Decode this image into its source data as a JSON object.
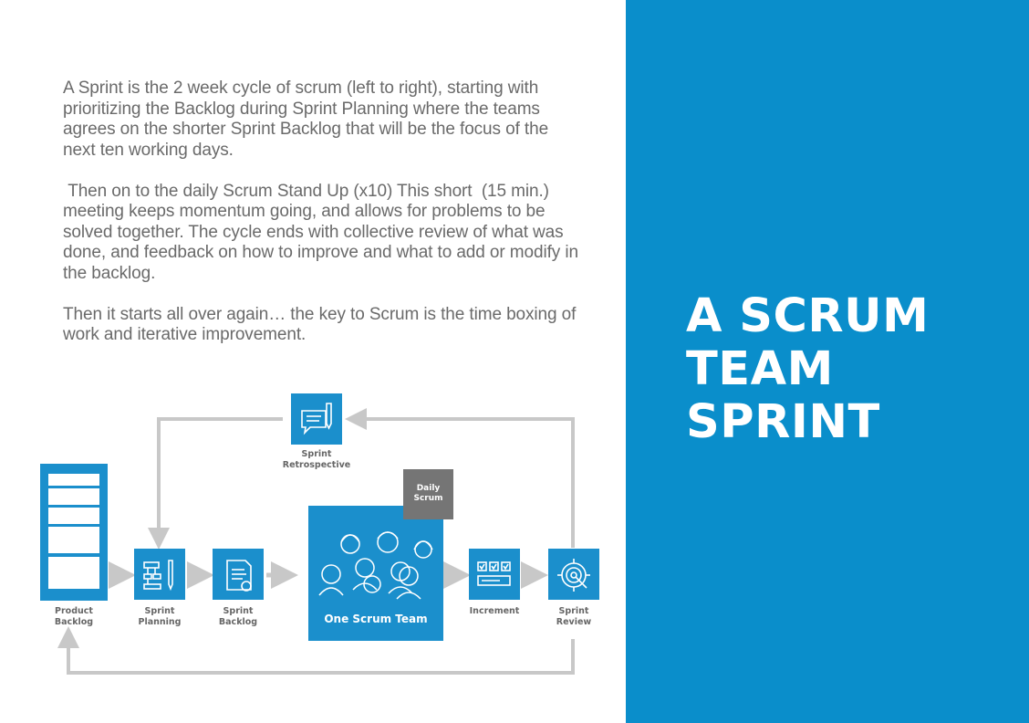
{
  "slide": {
    "title_lines": [
      "A SCRUM",
      "TEAM",
      "SPRINT"
    ],
    "paragraphs": [
      "A Sprint is the 2 week cycle of scrum (left to right), starting with prioritizing the Backlog during Sprint Planning where the teams agrees on the shorter Sprint Backlog that will be the focus of the next ten working days.",
      " Then on to the daily Scrum Stand Up (x10) This short  (15 min.) meeting keeps momentum going, and allows for problems to be solved together. The cycle ends with collective review of what was done, and feedback on how to improve and what to add or modify in the backlog.",
      "Then it starts all over again… the key to Scrum is the time boxing of work and iterative improvement."
    ]
  },
  "diagram": {
    "nodes": {
      "product_backlog": "Product\nBacklog",
      "sprint_planning": "Sprint\nPlanning",
      "sprint_backlog": "Sprint\nBacklog",
      "daily_scrum": "Daily\nScrum",
      "team": "One Scrum Team",
      "increment": "Increment",
      "sprint_review": "Sprint\nReview",
      "sprint_retrospective": "Sprint\nRetrospective"
    }
  },
  "colors": {
    "accent_blue": "#0a8ecb",
    "box_blue": "#1b8fcc",
    "arrow_grey": "#c8c8c8",
    "daily_grey": "#757575",
    "text_grey": "#6a6a6a"
  }
}
